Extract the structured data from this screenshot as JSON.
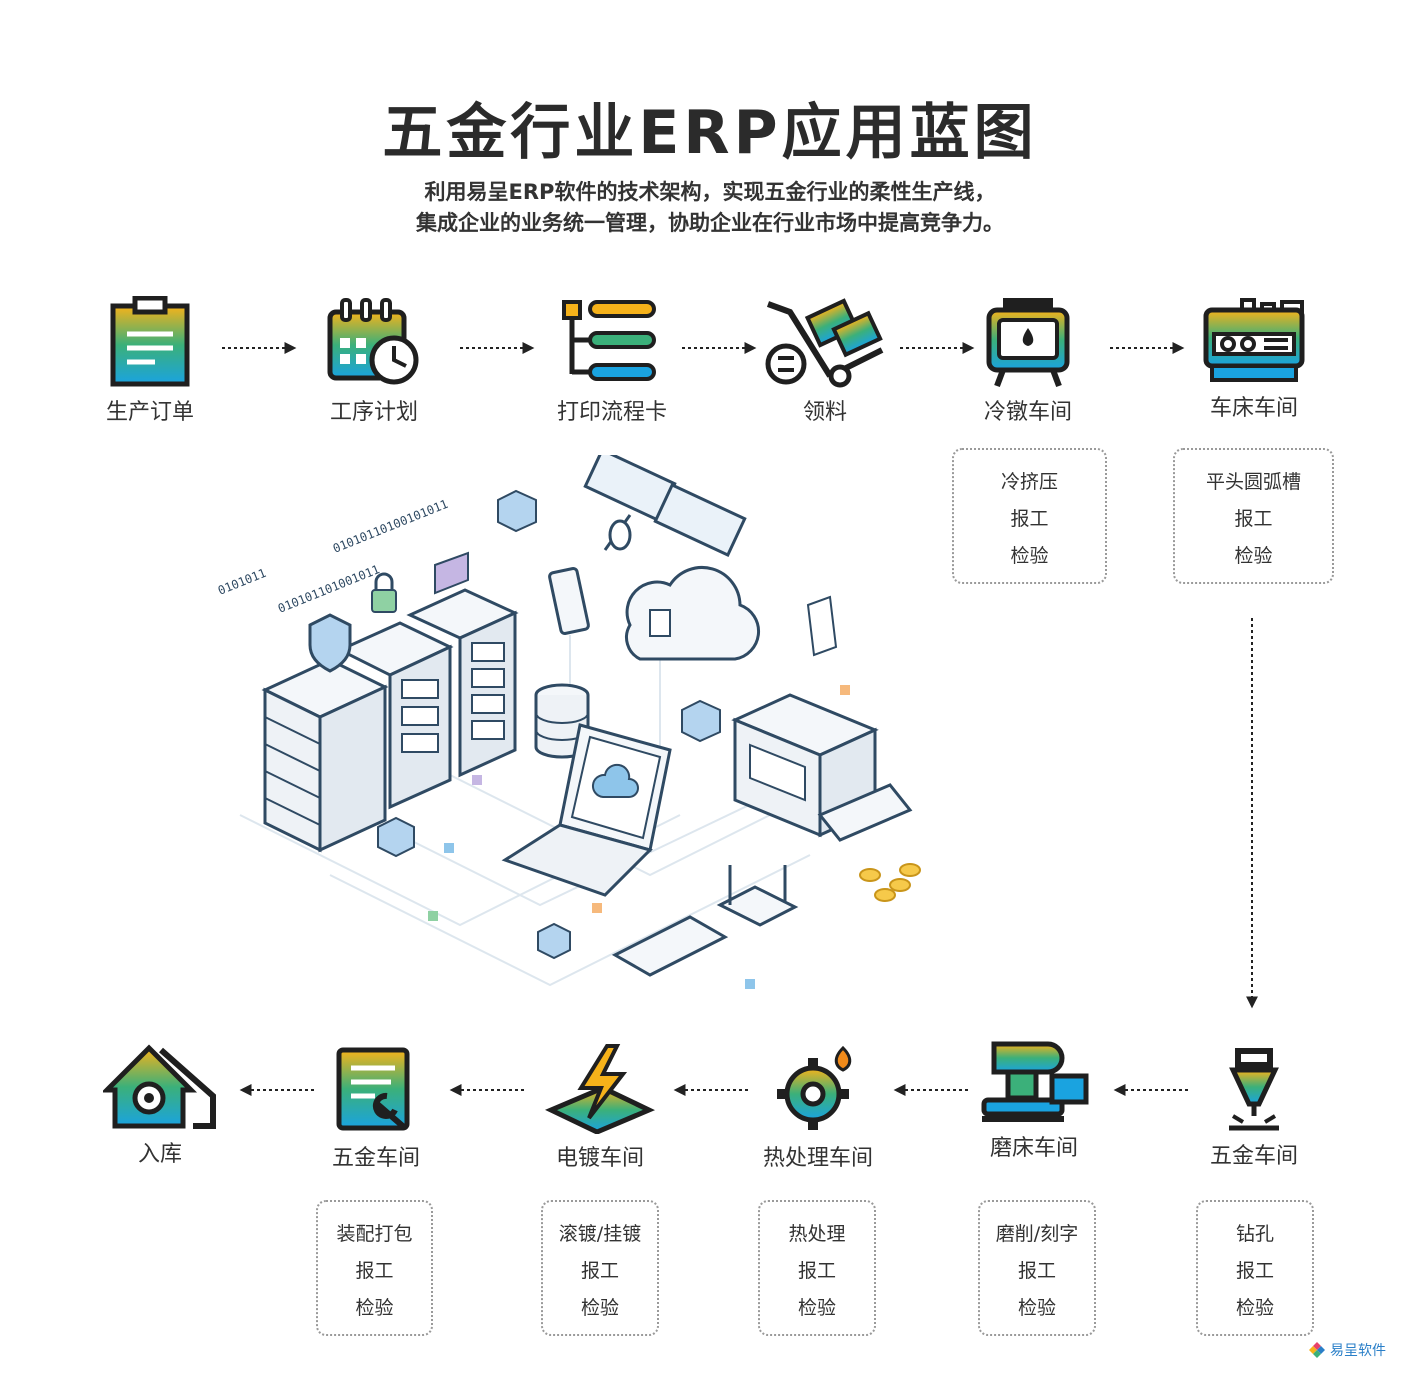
{
  "header": {
    "title": "五金行业ERP应用蓝图",
    "subtitle_line1": "利用易呈ERP软件的技术架构，实现五金行业的柔性生产线，",
    "subtitle_line2": "集成企业的业务统一管理，协助企业在行业市场中提高竞争力。"
  },
  "top_flow": [
    {
      "label": "生产订单",
      "icon": "clipboard-icon"
    },
    {
      "label": "工序计划",
      "icon": "calendar-clock-icon"
    },
    {
      "label": "打印流程卡",
      "icon": "flowchart-icon"
    },
    {
      "label": "领料",
      "icon": "hand-truck-icon"
    },
    {
      "label": "冷镦车间",
      "icon": "press-machine-icon"
    },
    {
      "label": "车床车间",
      "icon": "lathe-icon"
    }
  ],
  "top_tasks": [
    {
      "items": [
        "冷挤压",
        "报工",
        "检验"
      ]
    },
    {
      "items": [
        "平头圆弧槽",
        "报工",
        "检验"
      ]
    }
  ],
  "bottom_flow": [
    {
      "label": "入库",
      "icon": "warehouse-icon"
    },
    {
      "label": "五金车间",
      "icon": "document-wrench-icon"
    },
    {
      "label": "电镀车间",
      "icon": "lightning-plate-icon"
    },
    {
      "label": "热处理车间",
      "icon": "gear-flame-icon"
    },
    {
      "label": "磨床车间",
      "icon": "grinder-icon"
    },
    {
      "label": "五金车间",
      "icon": "drill-icon"
    }
  ],
  "bottom_tasks": [
    {
      "items": [
        "装配打包",
        "报工",
        "检验"
      ]
    },
    {
      "items": [
        "滚镀/挂镀",
        "报工",
        "检验"
      ]
    },
    {
      "items": [
        "热处理",
        "报工",
        "检验"
      ]
    },
    {
      "items": [
        "磨削/刻字",
        "报工",
        "检验"
      ]
    },
    {
      "items": [
        "钻孔",
        "报工",
        "检验"
      ]
    }
  ],
  "illustration": {
    "binary_1": "0101011",
    "binary_2": "010101101001011",
    "binary_3": "01010110100101011"
  },
  "brand": {
    "name": "易呈软件"
  },
  "colors": {
    "gradient_top": "#f6b21a",
    "gradient_mid": "#3bb07a",
    "gradient_bottom": "#1aa3e0",
    "outline": "#1f1f1f"
  }
}
